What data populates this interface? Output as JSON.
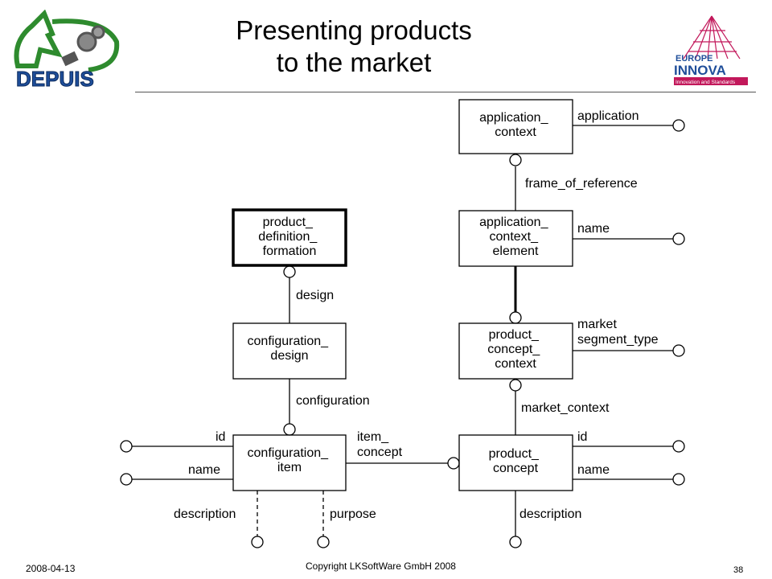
{
  "title": {
    "line1": "Presenting products",
    "line2": "to the market"
  },
  "logos": {
    "left_text": "DEPUIS",
    "right_text_top": "EUROPE",
    "right_text_mid": "INNOVA",
    "right_text_bottom": "Innovation and Standards"
  },
  "entities": {
    "application_context": [
      "application_",
      "context"
    ],
    "application_context_element": [
      "application_",
      "context_",
      "element"
    ],
    "product_concept_context": [
      "product_",
      "concept_",
      "context"
    ],
    "product_concept": [
      "product_",
      "concept"
    ],
    "product_definition_formation": [
      "product_",
      "definition_",
      "formation"
    ],
    "configuration_design": [
      "configuration_",
      "design"
    ],
    "configuration_item": [
      "configuration_",
      "item"
    ]
  },
  "relations": {
    "application": "application",
    "frame_of_reference": "frame_of_reference",
    "name_ace": "name",
    "market_segment_type_1": "market",
    "market_segment_type_2": "segment_type",
    "market_context": "market_context",
    "pc_id": "id",
    "pc_name": "name",
    "pc_description": "description",
    "design": "design",
    "configuration": "configuration",
    "ci_id": "id",
    "ci_name": "name",
    "ci_description": "description",
    "ci_purpose": "purpose",
    "item_concept_1": "item_",
    "item_concept_2": "concept"
  },
  "footer": {
    "date": "2008-04-13",
    "copyright": "Copyright LKSoftWare GmbH 2008",
    "page": "38"
  },
  "colors": {
    "line": "#000000",
    "logo_green": "#2e8b2e",
    "logo_blue": "#1f4e9a",
    "logo_magenta": "#c2185b"
  }
}
